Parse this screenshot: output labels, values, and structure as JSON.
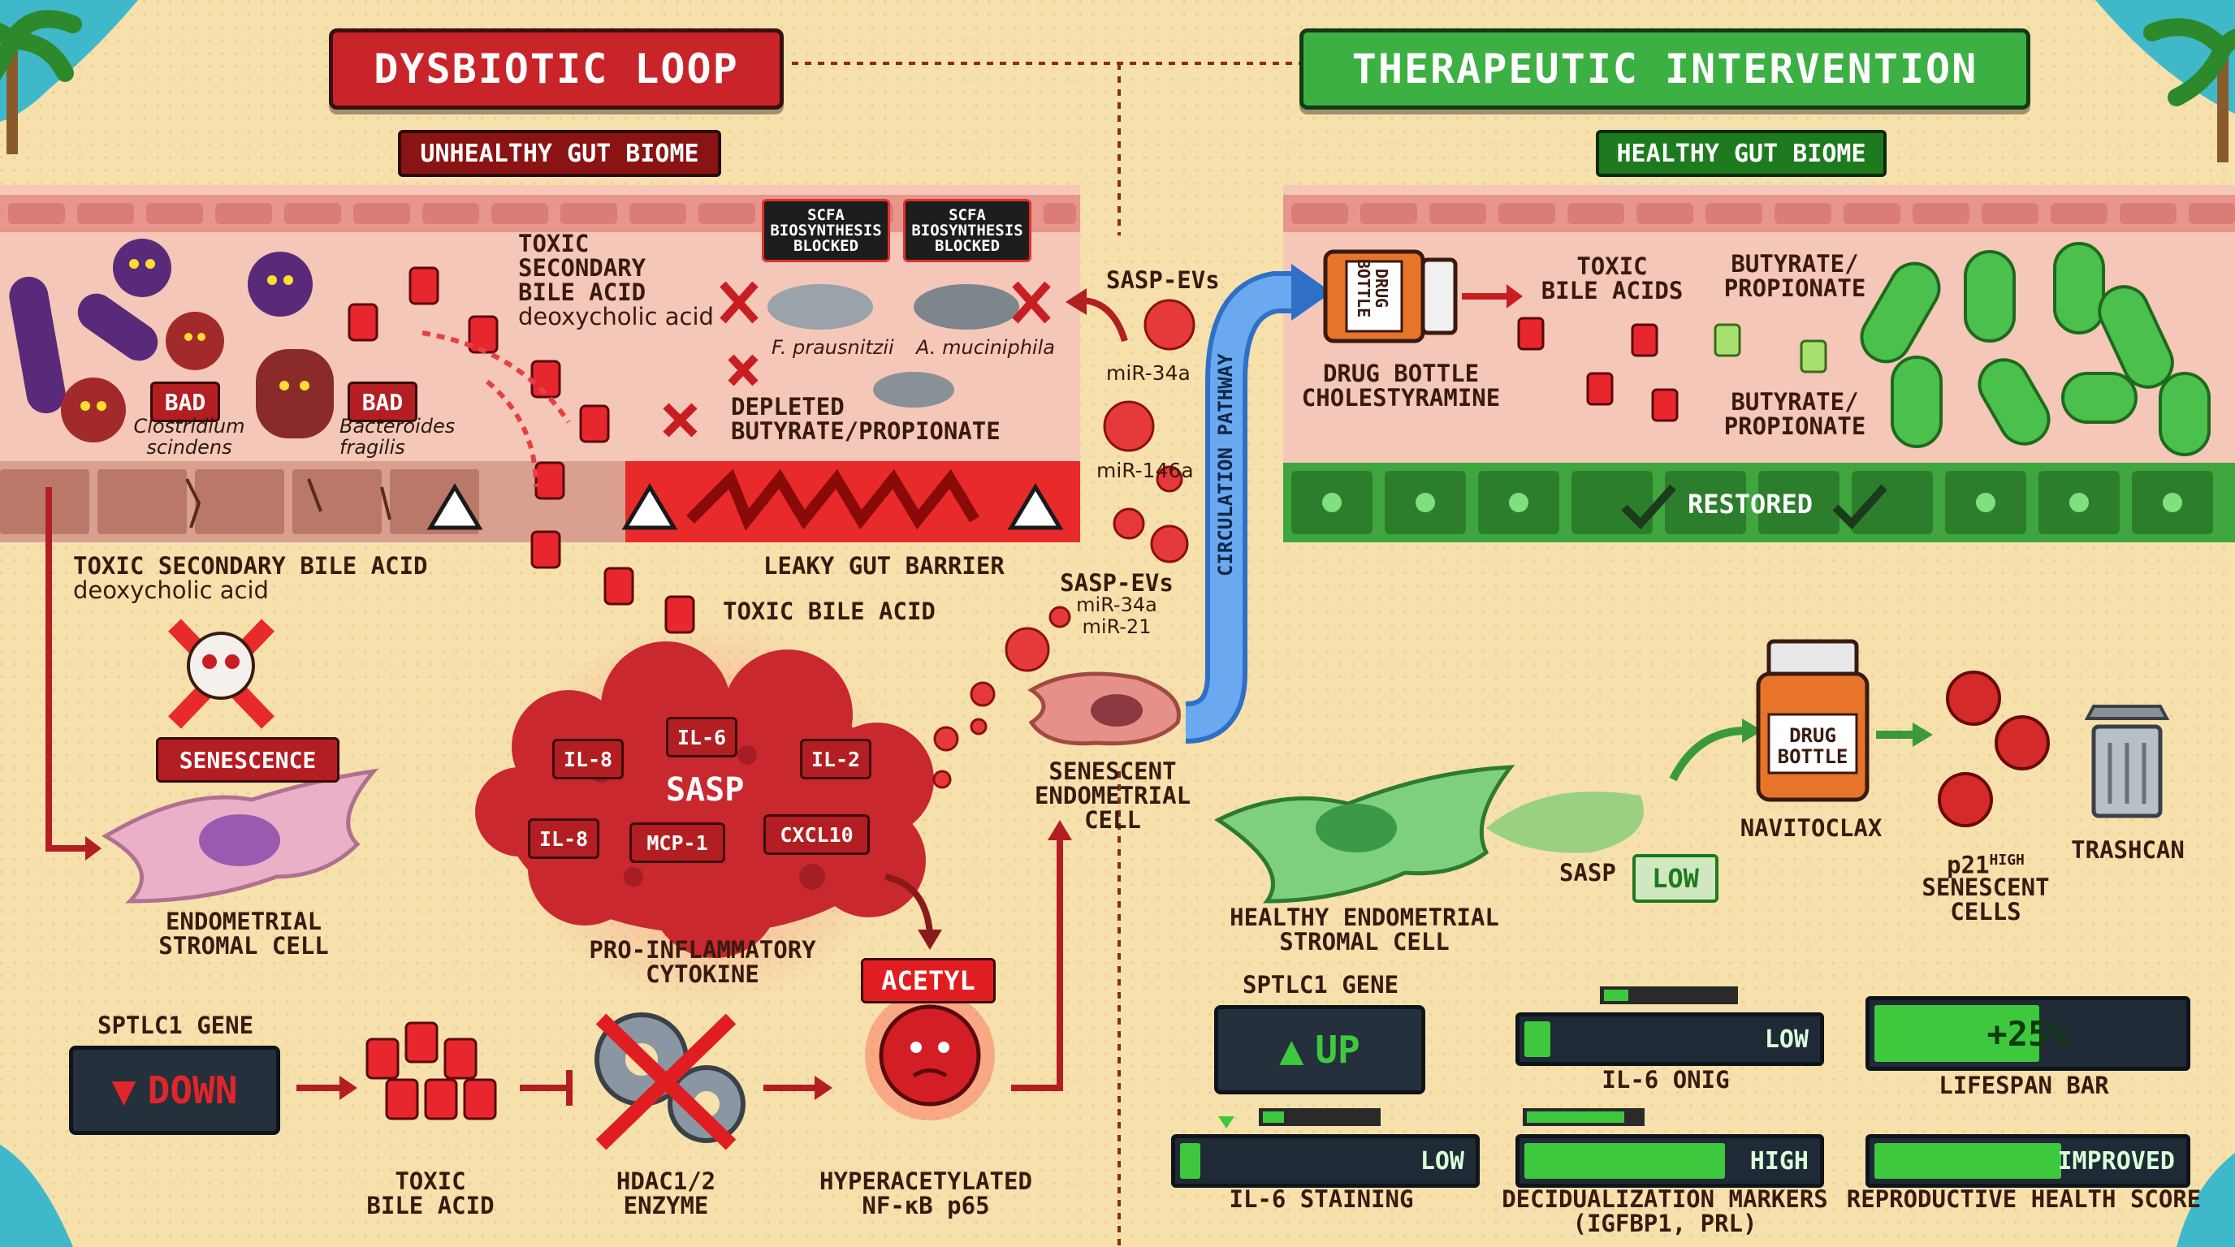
{
  "colors": {
    "sand": "#f6e1ad",
    "danger": "#c8242a",
    "healthy": "#3cb043",
    "dark": "#3a1a10"
  },
  "left_panel": {
    "title": "DYSBIOTIC LOOP",
    "subtitle": "UNHEALTHY GUT BIOME",
    "bad_tag_1": "BAD",
    "bad_tag_2": "BAD",
    "microbe_1": "Clostridium scindens",
    "microbe_2": "Bacteroides fragilis",
    "toxic_bile_label": [
      "TOXIC",
      "SECONDARY",
      "BILE ACID"
    ],
    "toxic_bile_sub": "deoxycholic acid",
    "scfa_1": [
      "SCFA",
      "BIOSYNTHESIS",
      "BLOCKED"
    ],
    "scfa_2": [
      "SCFA",
      "BIOSYNTHESIS",
      "BLOCKED"
    ],
    "good_microbe_1": "F. prausnitzii",
    "good_microbe_2": "A. muciniphila",
    "depleted": [
      "DEPLETED",
      "BUTYRATE/PROPIONATE"
    ],
    "barrier_left_label": "TOXIC SECONDARY BILE ACID",
    "barrier_left_sub": "deoxycholic acid",
    "leaky": "LEAKY GUT BARRIER",
    "toxic_bile_acid": "TOXIC BILE ACID",
    "senescence": "SENESCENCE",
    "stromal": [
      "ENDOMETRIAL",
      "STROMAL CELL"
    ],
    "sasp_cloud": {
      "title": "SASP",
      "cytokines": [
        "IL-8",
        "IL-6",
        "IL-2",
        "IL-8",
        "MCP-1",
        "CXCL10"
      ]
    },
    "proinflam": [
      "PRO-INFLAMMATORY",
      "CYTOKINE"
    ],
    "acetyl": "ACETYL",
    "sptlc1_label": "SPTLC1 GENE",
    "sptlc1_value": "DOWN",
    "bottom_toxic": [
      "TOXIC",
      "BILE ACID"
    ],
    "hdac": [
      "HDAC1/2",
      "ENZYME"
    ],
    "hyper": [
      "HYPERACETYLATED",
      "NF-κB p65"
    ]
  },
  "middle": {
    "sasp_evs_1": "SASP-EVs",
    "mir34a": "miR-34a",
    "mir146a": "miR-146a",
    "sasp_evs_2": [
      "SASP-EVs",
      "miR-34a",
      "miR-21"
    ],
    "circulation": "CIRCULATION PATHWAY",
    "senescent_cell": [
      "SENESCENT",
      "ENDOMETRIAL",
      "CELL"
    ]
  },
  "right_panel": {
    "title": "THERAPEUTIC INTERVENTION",
    "subtitle": "HEALTHY GUT BIOME",
    "drug_bottle_text": [
      "DRUG",
      "BOTTLE"
    ],
    "drug1": [
      "DRUG BOTTLE",
      "CHOLESTYRAMINE"
    ],
    "toxic_bile": [
      "TOXIC",
      "BILE ACIDS"
    ],
    "butyrate_1": [
      "BUTYRATE/",
      "PROPIONATE"
    ],
    "butyrate_2": [
      "BUTYRATE/",
      "PROPIONATE"
    ],
    "restored": "RESTORED",
    "healthy_stromal": [
      "HEALTHY ENDOMETRIAL",
      "STROMAL CELL"
    ],
    "sasp": "SASP",
    "sasp_level": "LOW",
    "navitoclax": "NAVITOCLAX",
    "p21": [
      "p21",
      "HIGH"
    ],
    "senescent_cells": [
      "SENESCENT",
      "CELLS"
    ],
    "trashcan": "TRASHCAN",
    "sptlc1_label": "SPTLC1 GENE",
    "sptlc1_value": "UP",
    "il6_onig": {
      "label": "IL-6 ONIG",
      "value": "LOW",
      "level": 0.12
    },
    "lifespan": {
      "label": "LIFESPAN BAR",
      "value": "+25%",
      "level": 0.55
    },
    "il6_staining": {
      "label": "IL-6 STAINING",
      "value": "LOW",
      "level": 0.1
    },
    "decid": {
      "label": [
        "DECIDUALIZATION MARKERS",
        "(IGFBP1, PRL)"
      ],
      "value": "HIGH",
      "level": 0.7
    },
    "repro": {
      "label": "REPRODUCTIVE HEALTH SCORE",
      "value": "IMPROVED",
      "level": 0.62
    }
  }
}
